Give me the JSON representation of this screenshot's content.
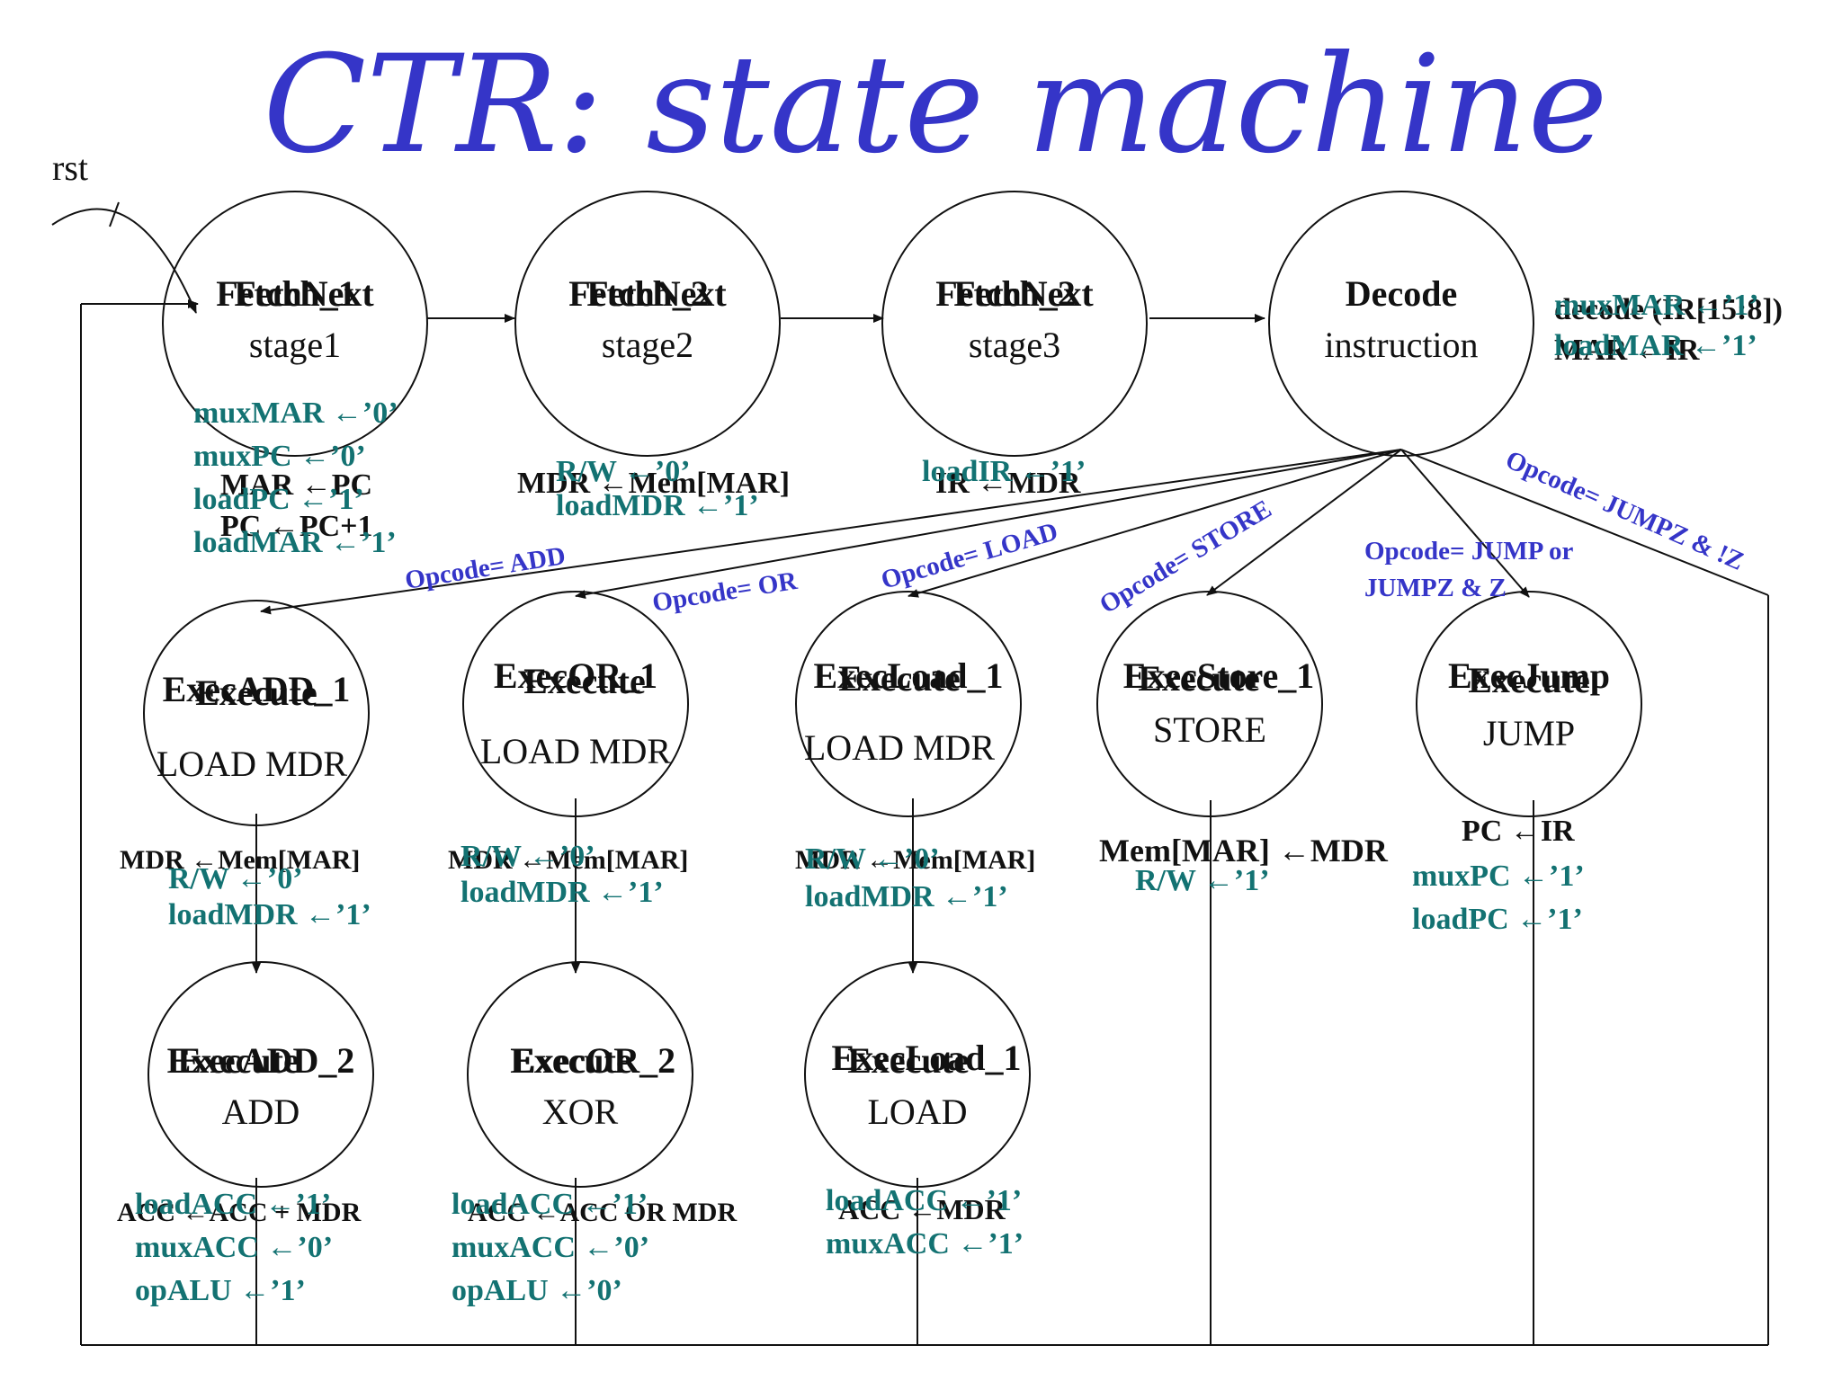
{
  "title": "CTR: state machine",
  "colors": {
    "title": "#3535c8",
    "action": "#137272",
    "transition": "#3535c8",
    "ink": "#111111"
  },
  "reset_label": "rst",
  "states": {
    "fetch1": {
      "overlay_a": "FetchNext",
      "overlay_b": "Fetch_1",
      "sub": "stage1"
    },
    "fetch2": {
      "overlay_a": "FetchNext",
      "overlay_b": "Fetch_2",
      "sub": "stage2"
    },
    "fetch3": {
      "overlay_a": "FetchNext",
      "overlay_b": "Fetch_2",
      "sub": "stage3"
    },
    "decode": {
      "name": "Decode",
      "sub": "instruction"
    },
    "add1": {
      "overlay_a": "ExecADD_1",
      "overlay_b": "Execute",
      "sub": "LOAD MDR"
    },
    "or1": {
      "overlay_a": "ExecOR_1",
      "overlay_b": "Execute",
      "sub": "LOAD MDR"
    },
    "load1": {
      "overlay_a": "ExecLoad_1",
      "overlay_b": "Execute",
      "sub": "LOAD MDR"
    },
    "store1": {
      "overlay_a": "ExecStore_1",
      "overlay_b": "Execute",
      "sub": "STORE"
    },
    "jump": {
      "overlay_a": "ExecJump",
      "overlay_b": "Execute",
      "sub": "JUMP"
    },
    "add2": {
      "overlay_a": "ExecADD_2",
      "overlay_b": "Execute",
      "sub": "ADD"
    },
    "or2": {
      "overlay_a": "ExecOR_2",
      "overlay_b": "Execute",
      "sub": "XOR"
    },
    "load2": {
      "overlay_a": "ExecLoad_1",
      "overlay_b": "Execute",
      "sub": "LOAD"
    }
  },
  "actions": {
    "fetch1_rtl": [
      "MAR ←PC",
      "PC ←PC+1"
    ],
    "fetch1_ctl": [
      "muxMAR ←’0’",
      "muxPC ←’0’",
      "loadPC ←’1’",
      "loadMAR ←’1’"
    ],
    "fetch2_rtl": [
      "MDR ←Mem[MAR]"
    ],
    "fetch2_ctl": [
      "R/W ←’0’",
      "loadMDR ←’1’"
    ],
    "fetch3_rtl": [
      "IR ←MDR"
    ],
    "fetch3_ctl": [
      "loadIR ←’1’"
    ],
    "decode_rtl": [
      "decode (IR[15:8])",
      "MAR ←IR"
    ],
    "decode_ctl": [
      "muxMAR ←’1’",
      "loadMAR ←’1’"
    ],
    "add1_rtl": [
      "MDR ←Mem[MAR]"
    ],
    "add1_ctl": [
      "R/W ←’0’",
      "loadMDR ←’1’"
    ],
    "or1_rtl": [
      "MDR ←Mem[MAR]"
    ],
    "or1_ctl": [
      "R/W ←’0’",
      "loadMDR ←’1’"
    ],
    "load1_rtl": [
      "MDR ←Mem[MAR]"
    ],
    "load1_ctl": [
      "R/W ←’0’",
      "loadMDR ←’1’"
    ],
    "store1_rtl": [
      "Mem[MAR] ←MDR"
    ],
    "store1_ctl": [
      "R/W ←’1’"
    ],
    "jump_rtl": [
      "PC ←IR"
    ],
    "jump_ctl": [
      "muxPC ←’1’",
      "loadPC ←’1’"
    ],
    "add2_rtl": [
      "ACC ←ACC + MDR"
    ],
    "add2_ctl": [
      "loadACC ←’1’",
      "muxACC ←’0’",
      "opALU ←’1’"
    ],
    "or2_rtl": [
      "ACC ←ACC OR MDR"
    ],
    "or2_ctl": [
      "loadACC ←’1’",
      "muxACC ←’0’",
      "opALU ←’0’"
    ],
    "load2_rtl": [
      "ACC ←MDR"
    ],
    "load2_ctl": [
      "loadACC ←’1’",
      "muxACC ←’1’"
    ]
  },
  "transitions": {
    "add": "Opcode= ADD",
    "or": "Opcode= OR",
    "load": "Opcode= LOAD",
    "store": "Opcode= STORE",
    "jump_a": "Opcode= JUMP or",
    "jump_b": "JUMPZ & Z",
    "jumpz_not": "Opcode= JUMPZ & !Z"
  }
}
